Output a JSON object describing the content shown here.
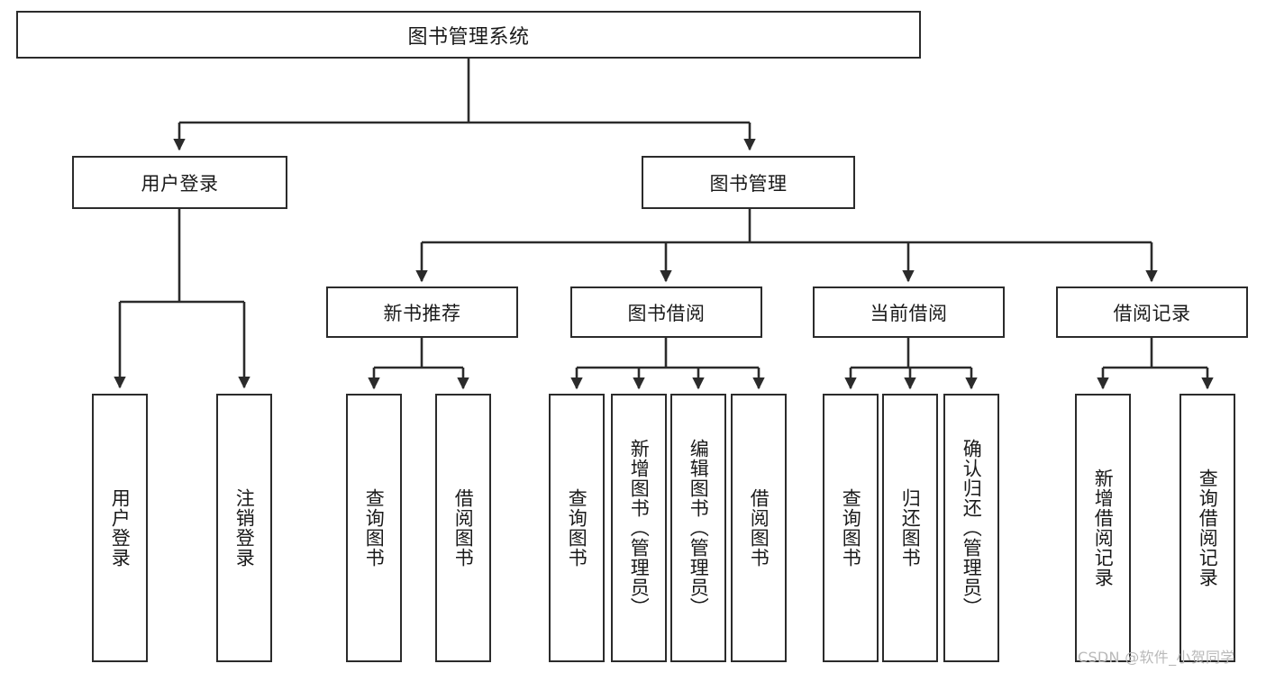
{
  "diagram": {
    "title": "图书管理系统",
    "type": "tree-hierarchy-chart",
    "orientation": "top-down",
    "stroke_color": "#2b2b2b",
    "fill_color": "#ffffff",
    "text_color": "#1a1a1a"
  },
  "watermark": {
    "text": "CSDN @软件_小贺同学",
    "color": "#b9b9b9"
  },
  "nodes": {
    "root": {
      "label": "图书管理系统"
    },
    "level2": [
      {
        "id": "user-login",
        "label": "用户登录"
      },
      {
        "id": "book-manage",
        "label": "图书管理"
      }
    ],
    "level3": [
      {
        "id": "new-book-recommend",
        "label": "新书推荐"
      },
      {
        "id": "book-borrow",
        "label": "图书借阅"
      },
      {
        "id": "current-borrow",
        "label": "当前借阅"
      },
      {
        "id": "borrow-record",
        "label": "借阅记录"
      }
    ],
    "leaves": {
      "user_login": [
        {
          "id": "leaf-user-login",
          "label": "用户登录"
        },
        {
          "id": "leaf-logout-login",
          "label": "注销登录"
        }
      ],
      "new_book_recommend": [
        {
          "id": "leaf-query-book-1",
          "label": "查询图书"
        },
        {
          "id": "leaf-borrow-book-1",
          "label": "借阅图书"
        }
      ],
      "book_borrow": [
        {
          "id": "leaf-query-book-2",
          "label": "查询图书"
        },
        {
          "id": "leaf-add-book",
          "label": "新增图书（管理员）"
        },
        {
          "id": "leaf-edit-book",
          "label": "编辑图书（管理员）"
        },
        {
          "id": "leaf-borrow-book-2",
          "label": "借阅图书"
        }
      ],
      "current_borrow": [
        {
          "id": "leaf-query-book-3",
          "label": "查询图书"
        },
        {
          "id": "leaf-return-book",
          "label": "归还图书"
        },
        {
          "id": "leaf-confirm-return",
          "label": "确认归还（管理员）"
        }
      ],
      "borrow_record": [
        {
          "id": "leaf-add-record",
          "label": "新增借阅记录"
        },
        {
          "id": "leaf-query-record",
          "label": "查询借阅记录"
        }
      ]
    }
  }
}
